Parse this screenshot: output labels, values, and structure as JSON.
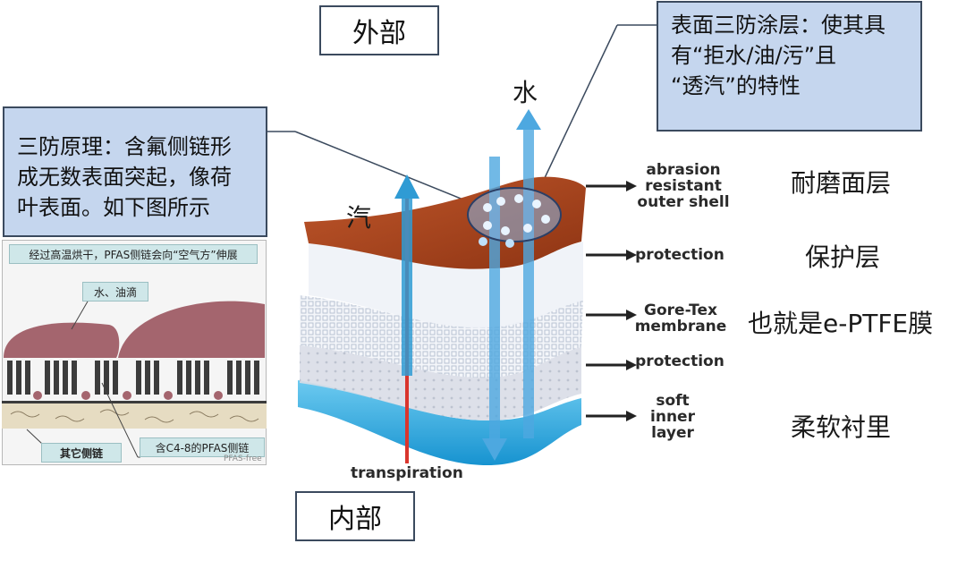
{
  "top_label": "外部",
  "bottom_label": "内部",
  "callout_right": [
    "表面三防涂层：使其具",
    "有“拒水/油/污”且",
    "“透汽”的特性"
  ],
  "callout_left": [
    "三防原理：含氟侧链形",
    "成无数表面突起，像荷",
    "叶表面。如下图所示"
  ],
  "water_label": "水",
  "vapor_label": "汽",
  "transpiration_label": "transpiration",
  "layers": [
    {
      "en": [
        "abrasion",
        "resistant",
        "outer shell"
      ],
      "cn": "耐磨面层"
    },
    {
      "en": [
        "protection"
      ],
      "cn": "保护层"
    },
    {
      "en": [
        "Gore-Tex",
        "membrane"
      ],
      "cn": "也就是e-PTFE膜"
    },
    {
      "en": [
        "protection"
      ],
      "cn": ""
    },
    {
      "en": [
        "soft",
        "inner",
        "layer"
      ],
      "cn": "柔软衬里"
    }
  ],
  "inset": {
    "header": "经过高温烘干，PFAS侧链会向“空气方”伸展",
    "drops_label": "水、油滴",
    "other_chain_label": "其它侧链",
    "pfas_chain_label": "含C4-8的PFAS侧链",
    "watermark": "PFAS-free"
  },
  "colors": {
    "callout_fill": "#c5d6ee",
    "outer_shell": "#b5471f",
    "membrane": "#e8eef6",
    "inner_layer": "#2aa6de",
    "droplet": "#a4656e"
  }
}
